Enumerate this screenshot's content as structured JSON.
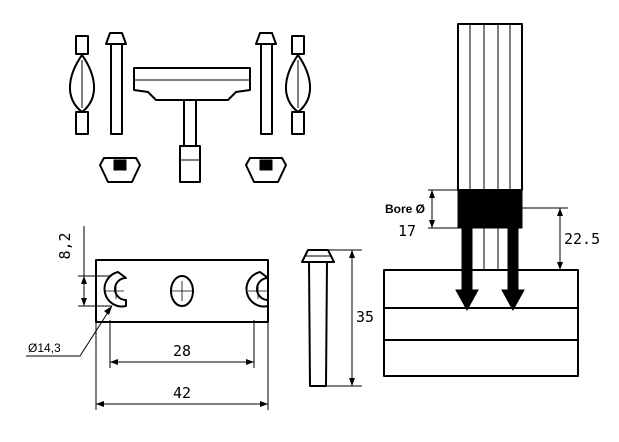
{
  "labels": {
    "height_small": "8,2",
    "hole_diameter": "Ø14,3",
    "hole_spacing": "28",
    "plate_length": "42",
    "bolt_length": "35",
    "bore_label": "Bore Ø",
    "bore_value": "17",
    "depth": "22.5"
  }
}
